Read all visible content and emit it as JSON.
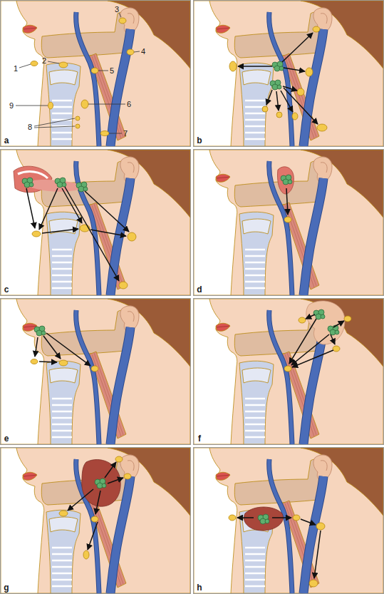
{
  "diagram": {
    "labels": [
      "3",
      "4",
      "1",
      "2",
      "5",
      "9",
      "6",
      "8",
      "7",
      "a",
      "b",
      "c",
      "d",
      "e",
      "f",
      "g",
      "h"
    ]
  }
}
